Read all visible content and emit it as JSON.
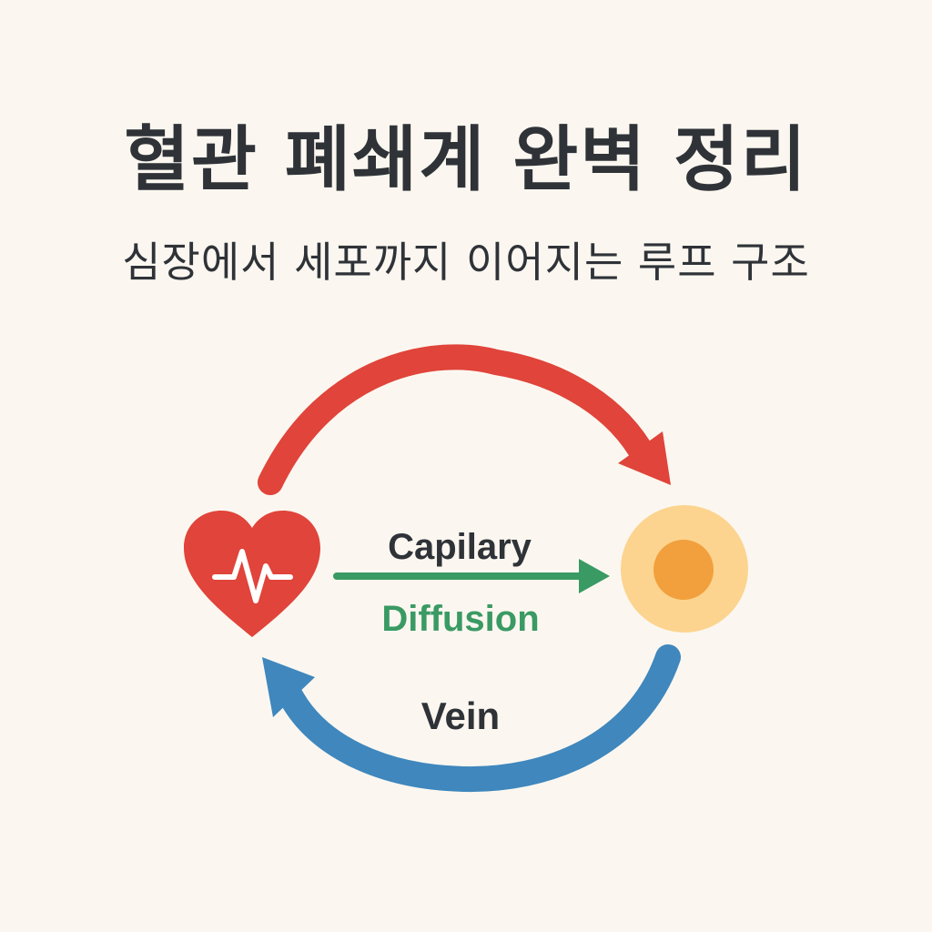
{
  "header": {
    "title": "혈관 폐쇄계 완벽 정리",
    "subtitle": "심장에서 세포까지 이어지는 루프 구조"
  },
  "diagram": {
    "labels": {
      "capillary": "Capilary",
      "diffusion": "Diffusion",
      "vein": "Vein"
    },
    "nodes": [
      {
        "id": "heart",
        "icon": "heart-pulse-icon"
      },
      {
        "id": "cell",
        "icon": "cell-icon"
      }
    ],
    "edges": [
      {
        "from": "heart",
        "to": "cell",
        "label": "",
        "color": "#e0443a"
      },
      {
        "from": "heart",
        "to": "cell",
        "label": "Capilary / Diffusion",
        "color": "#3a9a63"
      },
      {
        "from": "cell",
        "to": "heart",
        "label": "Vein",
        "color": "#3f87bd"
      }
    ],
    "colors": {
      "artery": "#e0443a",
      "capillary": "#3a9a63",
      "vein": "#3f87bd",
      "heart": "#e0443a",
      "cell_outer": "#fcd48f",
      "cell_inner": "#f2a03d",
      "background": "#fbf7f0",
      "text": "#2f3338"
    }
  }
}
